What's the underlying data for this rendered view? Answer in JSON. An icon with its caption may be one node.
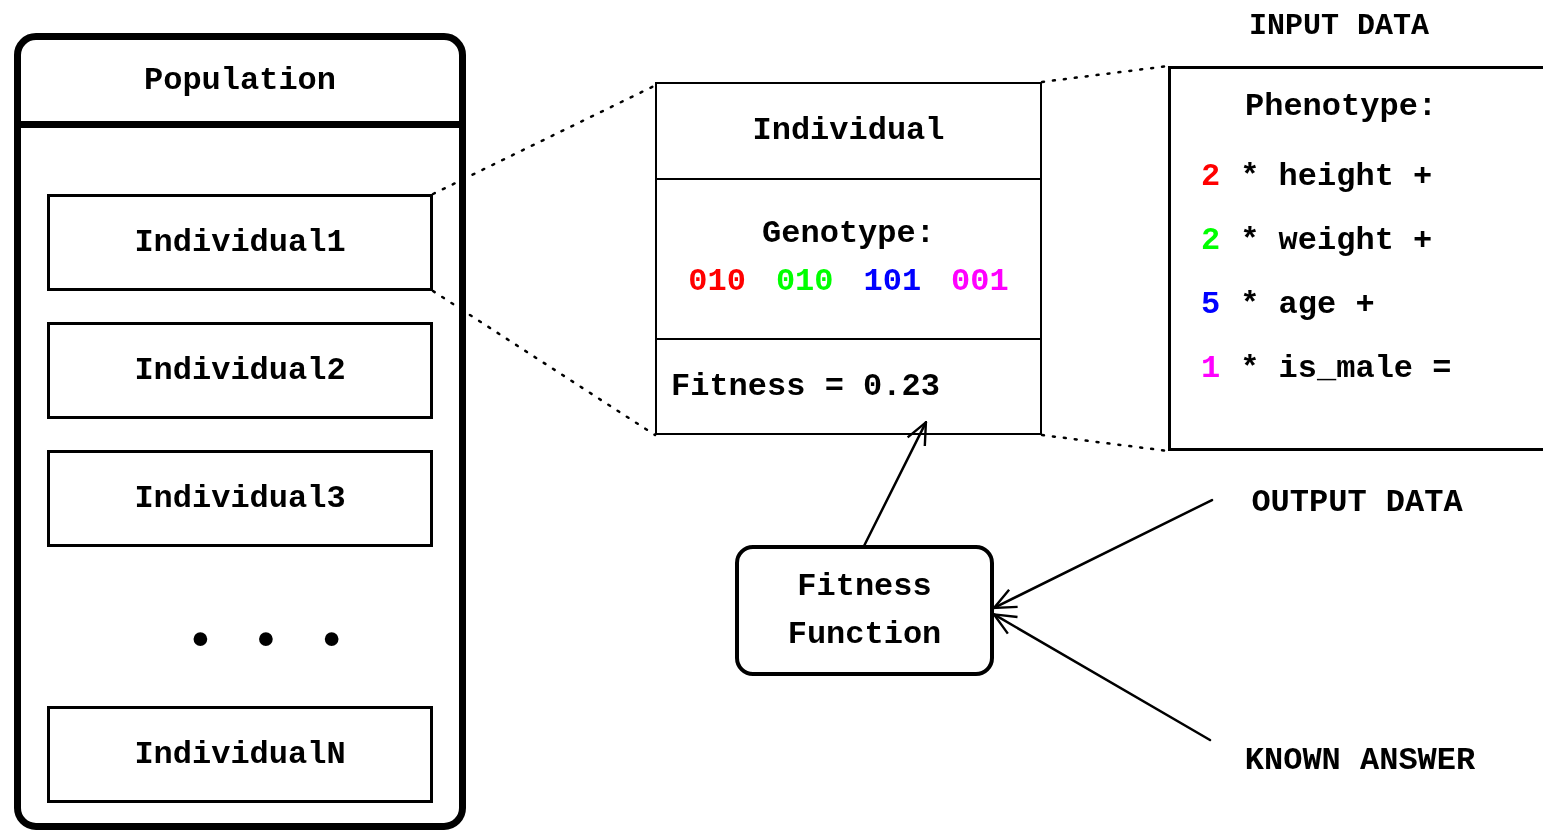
{
  "diagram": {
    "nodes": [
      {
        "text": [
          "Population"
        ]
      },
      {
        "text": [
          "Individual1"
        ],
        "in": 0
      },
      {
        "text": [
          "Individual2"
        ],
        "in": 0
      },
      {
        "text": [
          "Individual3"
        ],
        "in": 0
      },
      {
        "text": [
          "IndividualN"
        ],
        "in": 0
      },
      {
        "text": [
          "Individual"
        ]
      },
      {
        "text": [
          "Genotype:",
          "010",
          "010",
          "101",
          "001"
        ],
        "in": 5
      },
      {
        "text": [
          "Fitness = 0.23"
        ],
        "in": 5
      },
      {
        "text": [
          "Phenotype:",
          "2",
          "* height +",
          "2",
          "* weight +",
          "5",
          "* age +",
          "1",
          "* is_male ="
        ],
        "beside": [
          "INPUT DATA"
        ]
      },
      {
        "text": [
          "Fitness Function"
        ]
      },
      {
        "text": [
          "OUTPUT DATA"
        ]
      },
      {
        "text": [
          "KNOWN ANSWER"
        ]
      }
    ],
    "edges": [
      {
        "from": 1,
        "to": 5,
        "arrow": "none",
        "style": "dashed"
      },
      {
        "from": 1,
        "to": 5,
        "arrow": "none",
        "style": "dashed"
      },
      {
        "from": 5,
        "to": 8,
        "arrow": "none",
        "style": "dashed"
      },
      {
        "from": 5,
        "to": 8,
        "arrow": "none",
        "style": "dashed"
      },
      {
        "from": 9,
        "to": 7,
        "arrow": "to"
      },
      {
        "from": 10,
        "to": 9,
        "arrow": "to"
      },
      {
        "from": 11,
        "to": 9,
        "arrow": "to"
      }
    ],
    "labels": [
      "• • •"
    ]
  }
}
